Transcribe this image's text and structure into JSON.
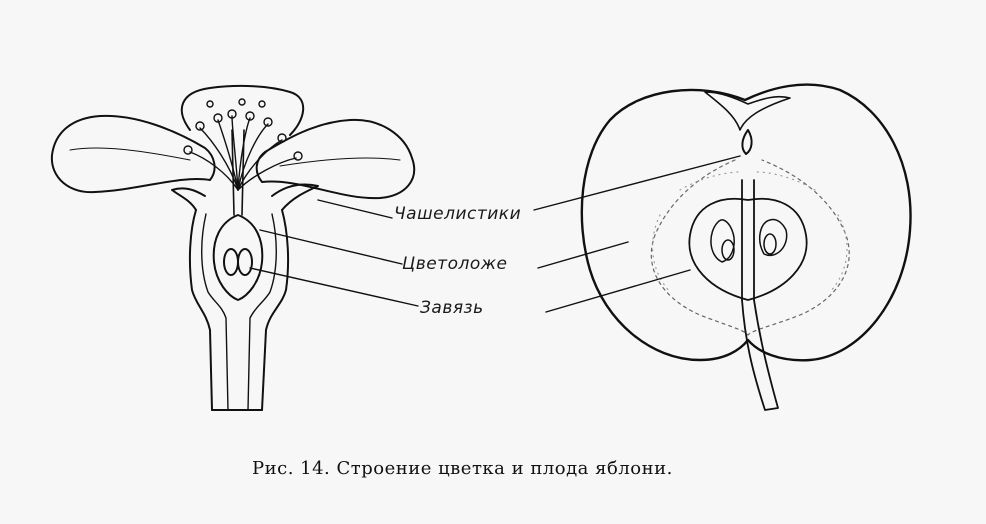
{
  "labels": {
    "sepals": "Чашелистики",
    "receptacle": "Цветоложе",
    "ovary": "Завязь"
  },
  "caption": "Рис. 14. Строение цветка и плода яблони.",
  "colors": {
    "ink": "#111111",
    "paper": "#f7f7f7",
    "stipple": "#9a9a9a"
  }
}
